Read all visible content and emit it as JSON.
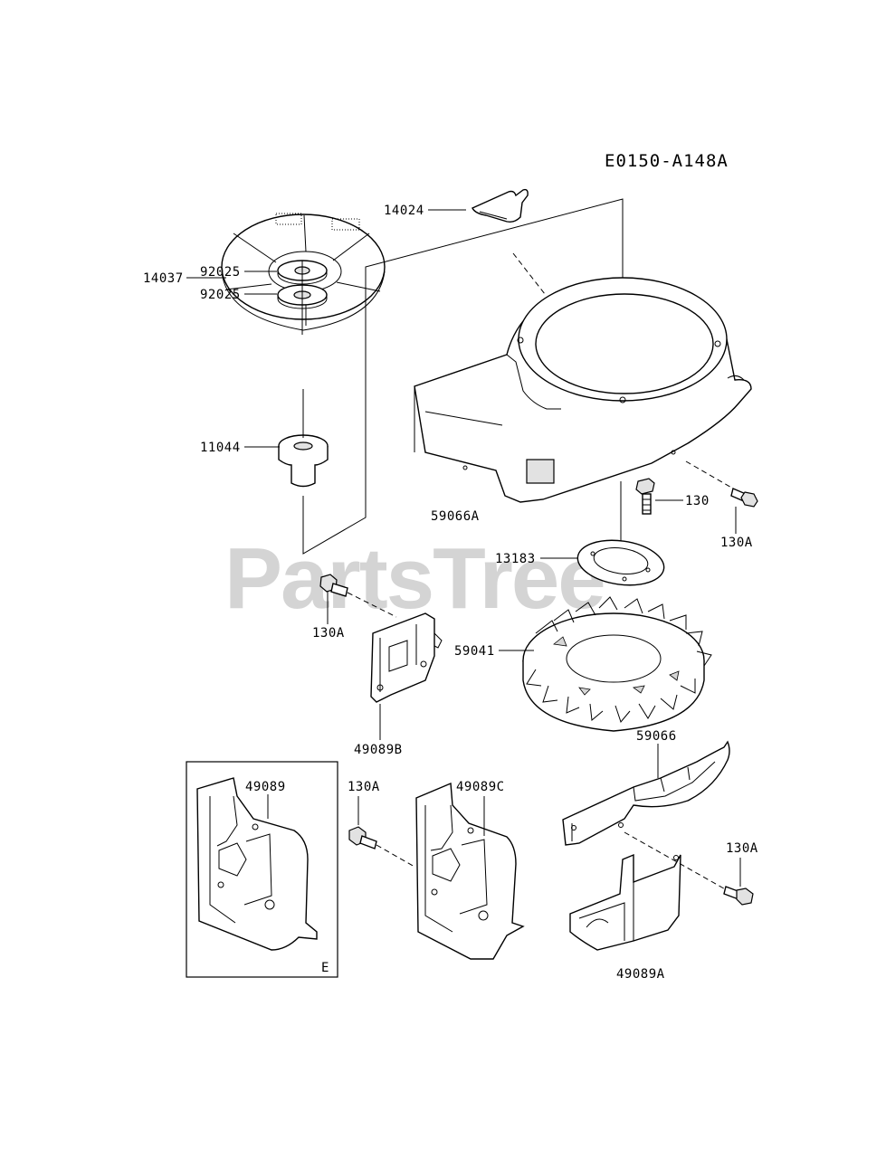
{
  "diagram_ref": "E0150-A148A",
  "watermark": "PartsTree",
  "inset_letter": "E",
  "labels": {
    "p14024": "14024",
    "p14037": "14037",
    "p92025a": "92025",
    "p92025b": "92025",
    "p11044": "11044",
    "p59066A": "59066A",
    "p130": "130",
    "p130A_right": "130A",
    "p13183": "13183",
    "p130A_left": "130A",
    "p59041": "59041",
    "p49089B": "49089B",
    "p49089": "49089",
    "p130A_mid": "130A",
    "p49089C": "49089C",
    "p59066": "59066",
    "p130A_low": "130A",
    "p49089A": "49089A"
  }
}
